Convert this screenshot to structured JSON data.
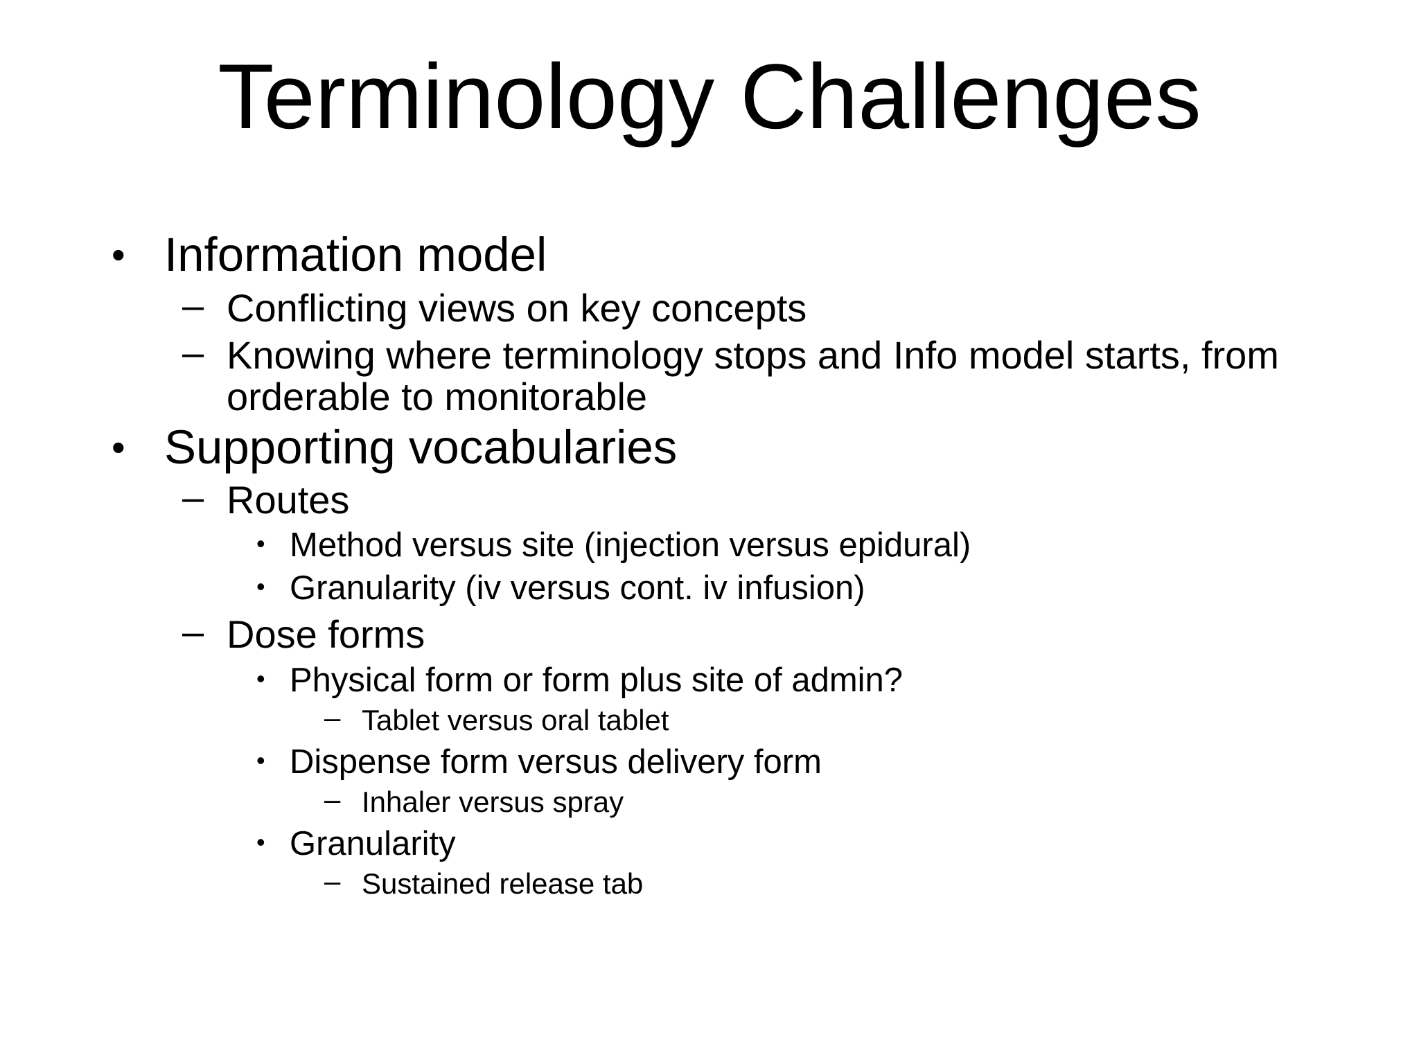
{
  "slide": {
    "title": "Terminology Challenges",
    "bullet_symbol": "•",
    "dash_symbol": "–",
    "items": {
      "information_model": "Information model",
      "conflicting_views": "Conflicting views on key concepts",
      "knowing_where": "Knowing where terminology stops and Info model starts, from orderable to monitorable",
      "supporting_vocabularies": "Supporting vocabularies",
      "routes": "Routes",
      "method_versus_site": "Method versus site (injection versus epidural)",
      "granularity_iv": "Granularity (iv versus cont. iv infusion)",
      "dose_forms": "Dose forms",
      "physical_form": "Physical form or form plus site of admin?",
      "tablet_versus_oral": "Tablet versus oral tablet",
      "dispense_form": "Dispense form versus delivery form",
      "inhaler_versus_spray": "Inhaler versus spray",
      "granularity": "Granularity",
      "sustained_release": "Sustained release tab"
    }
  }
}
